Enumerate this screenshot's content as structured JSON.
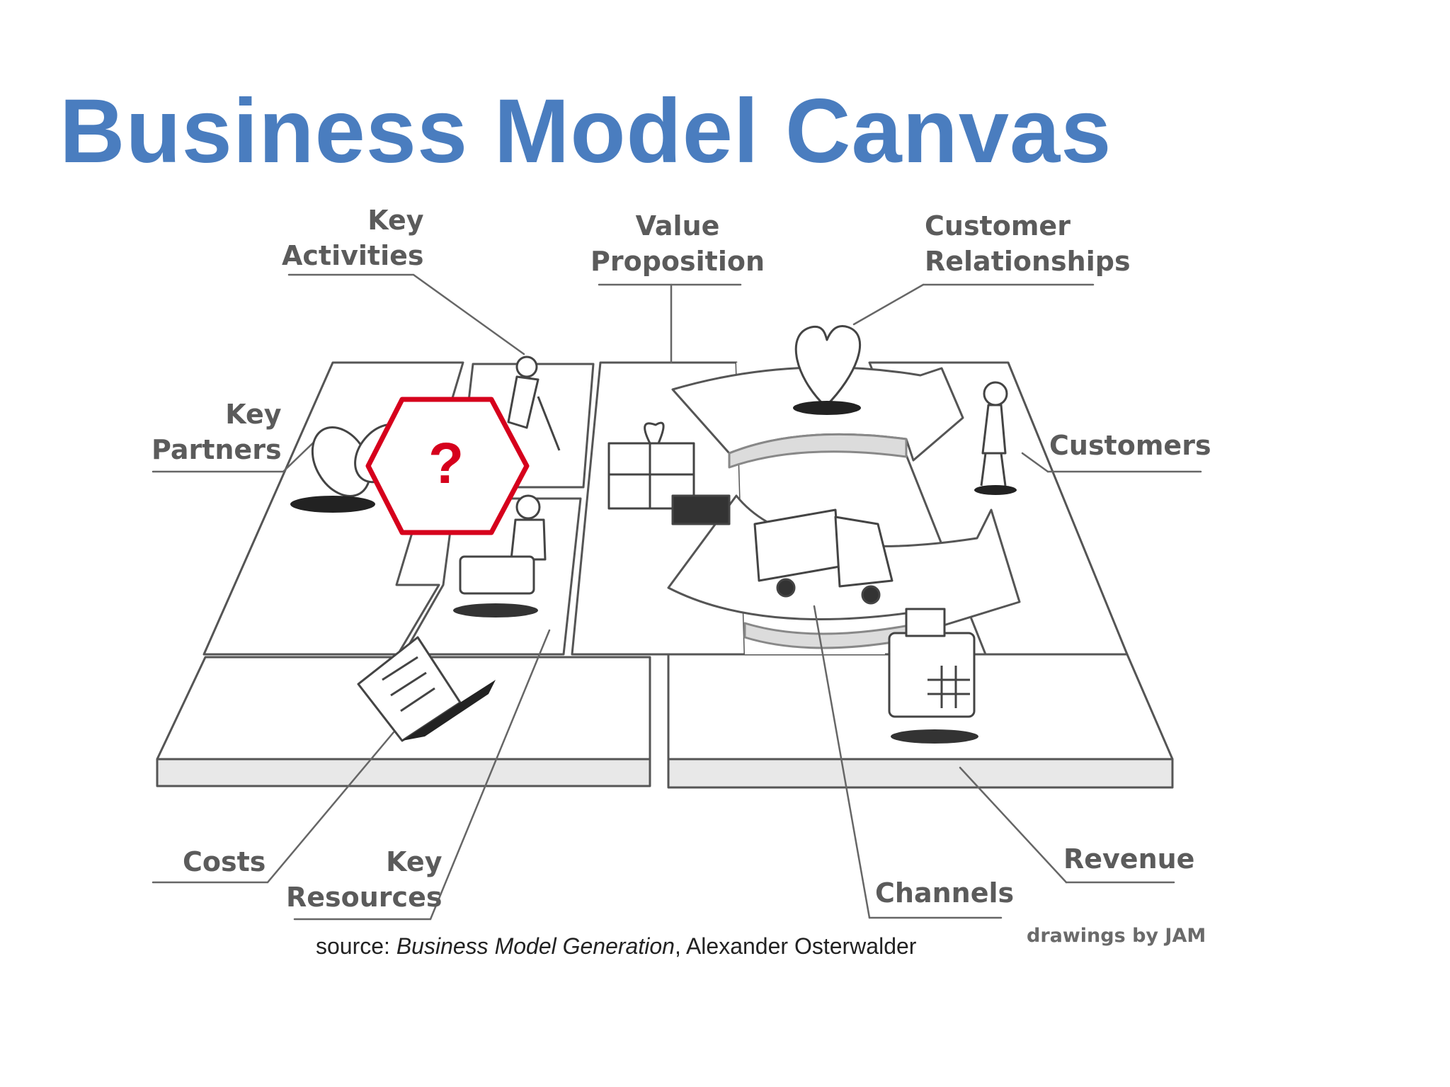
{
  "title": "Business Model Canvas",
  "labels": {
    "key_activities": [
      "Key",
      "Activities"
    ],
    "value_proposition": [
      "Value",
      "Proposition"
    ],
    "customer_relationships": [
      "Customer",
      "Relationships"
    ],
    "key_partners": [
      "Key",
      "Partners"
    ],
    "customers": "Customers",
    "costs": "Costs",
    "key_resources": [
      "Key",
      "Resources"
    ],
    "channels": "Channels",
    "revenue": "Revenue"
  },
  "source": {
    "prefix": "source: ",
    "book": "Business Model Generation",
    "suffix": ", Alexander Osterwalder"
  },
  "credit": "drawings by JAM",
  "marker": {
    "symbol": "?",
    "color": "#d6001c"
  },
  "colors": {
    "title": "#4a7dbf",
    "label": "#5b5b5b",
    "line": "#555555"
  }
}
